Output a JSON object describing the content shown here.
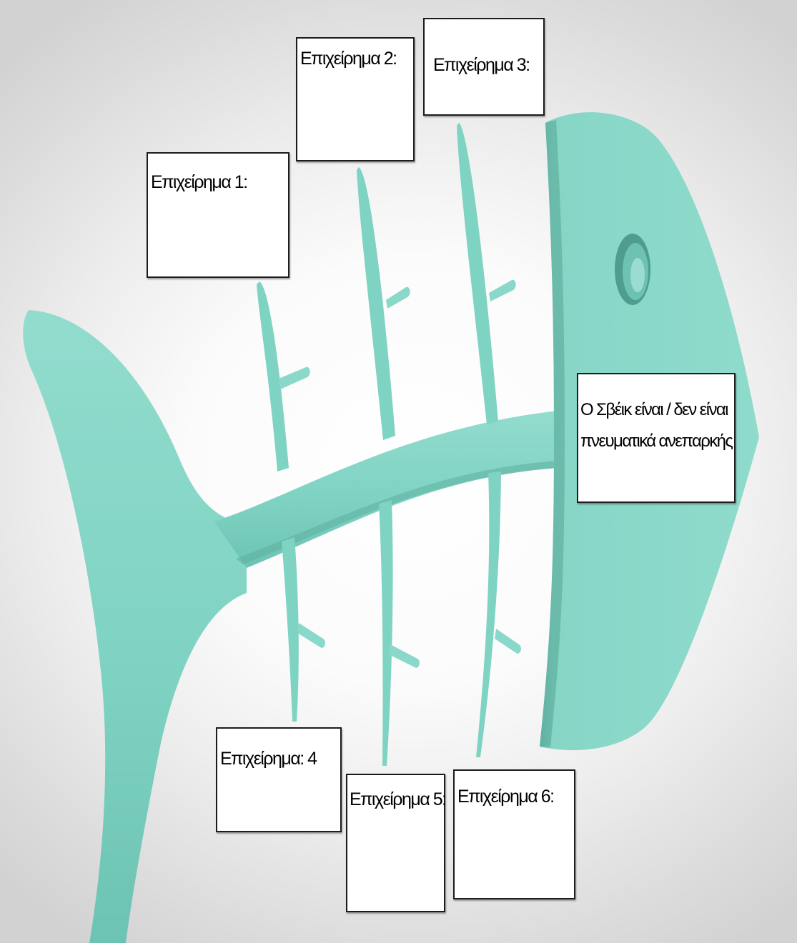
{
  "diagram": {
    "type": "fishbone",
    "head_statement": {
      "line1": "Ο Σβέικ είναι / δεν είναι",
      "line2": "πνευματικά ανεπαρκής"
    },
    "arguments": [
      {
        "id": 1,
        "label": "Επιχείρημα 1:",
        "side": "top"
      },
      {
        "id": 2,
        "label": "Επιχείρημα 2:",
        "side": "top"
      },
      {
        "id": 3,
        "label": "Επιχείρημα 3:",
        "side": "top"
      },
      {
        "id": 4,
        "label": "Επιχείρημα: 4",
        "side": "bottom"
      },
      {
        "id": 5,
        "label": "Επιχείρημα 5:",
        "side": "bottom"
      },
      {
        "id": 6,
        "label": "Επιχείρημα 6:",
        "side": "bottom"
      }
    ]
  },
  "colors": {
    "fish_fill": "#7fd3c3",
    "fish_shade": "#63b5a6",
    "fish_highlight": "#a5e3d6",
    "box_border": "#1c1c1c",
    "box_fill": "#ffffff"
  },
  "icons": {
    "shape": "fish-skeleton",
    "eye": "fish-eye"
  }
}
